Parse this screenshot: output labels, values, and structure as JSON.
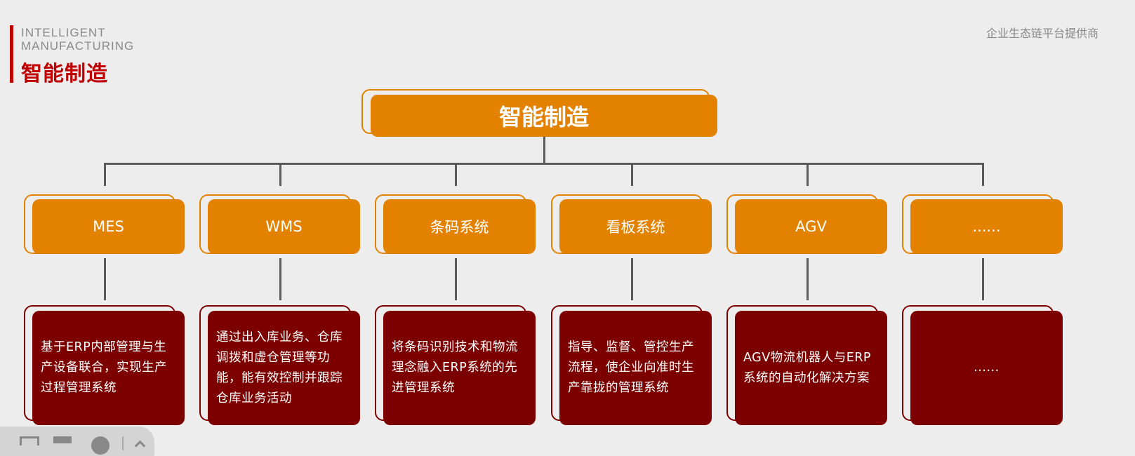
{
  "header": {
    "en_line1": "INTELLIGENT",
    "en_line2": "MANUFACTURING",
    "zh_title": "智能制造",
    "tagline": "企业生态链平台提供商"
  },
  "root": {
    "label": "智能制造"
  },
  "nodes": [
    {
      "label": "MES",
      "description": "基于ERP内部管理与生产设备联合，实现生产过程管理系统"
    },
    {
      "label": "WMS",
      "description": "通过出入库业务、仓库调拨和虚仓管理等功能，能有效控制并跟踪仓库业务活动"
    },
    {
      "label": "条码系统",
      "description": "将条码识别技术和物流理念融入ERP系统的先进管理系统"
    },
    {
      "label": "看板系统",
      "description": "指导、监督、管控生产流程，使企业向准时生产靠拢的管理系统"
    },
    {
      "label": "AGV",
      "description": "AGV物流机器人与ERP系统的自动化解决方案"
    },
    {
      "label": "......",
      "description": "......"
    }
  ],
  "colors": {
    "orange": "#e38200",
    "dark_red": "#7c0000",
    "accent_red": "#c00000",
    "background": "#ededed"
  }
}
